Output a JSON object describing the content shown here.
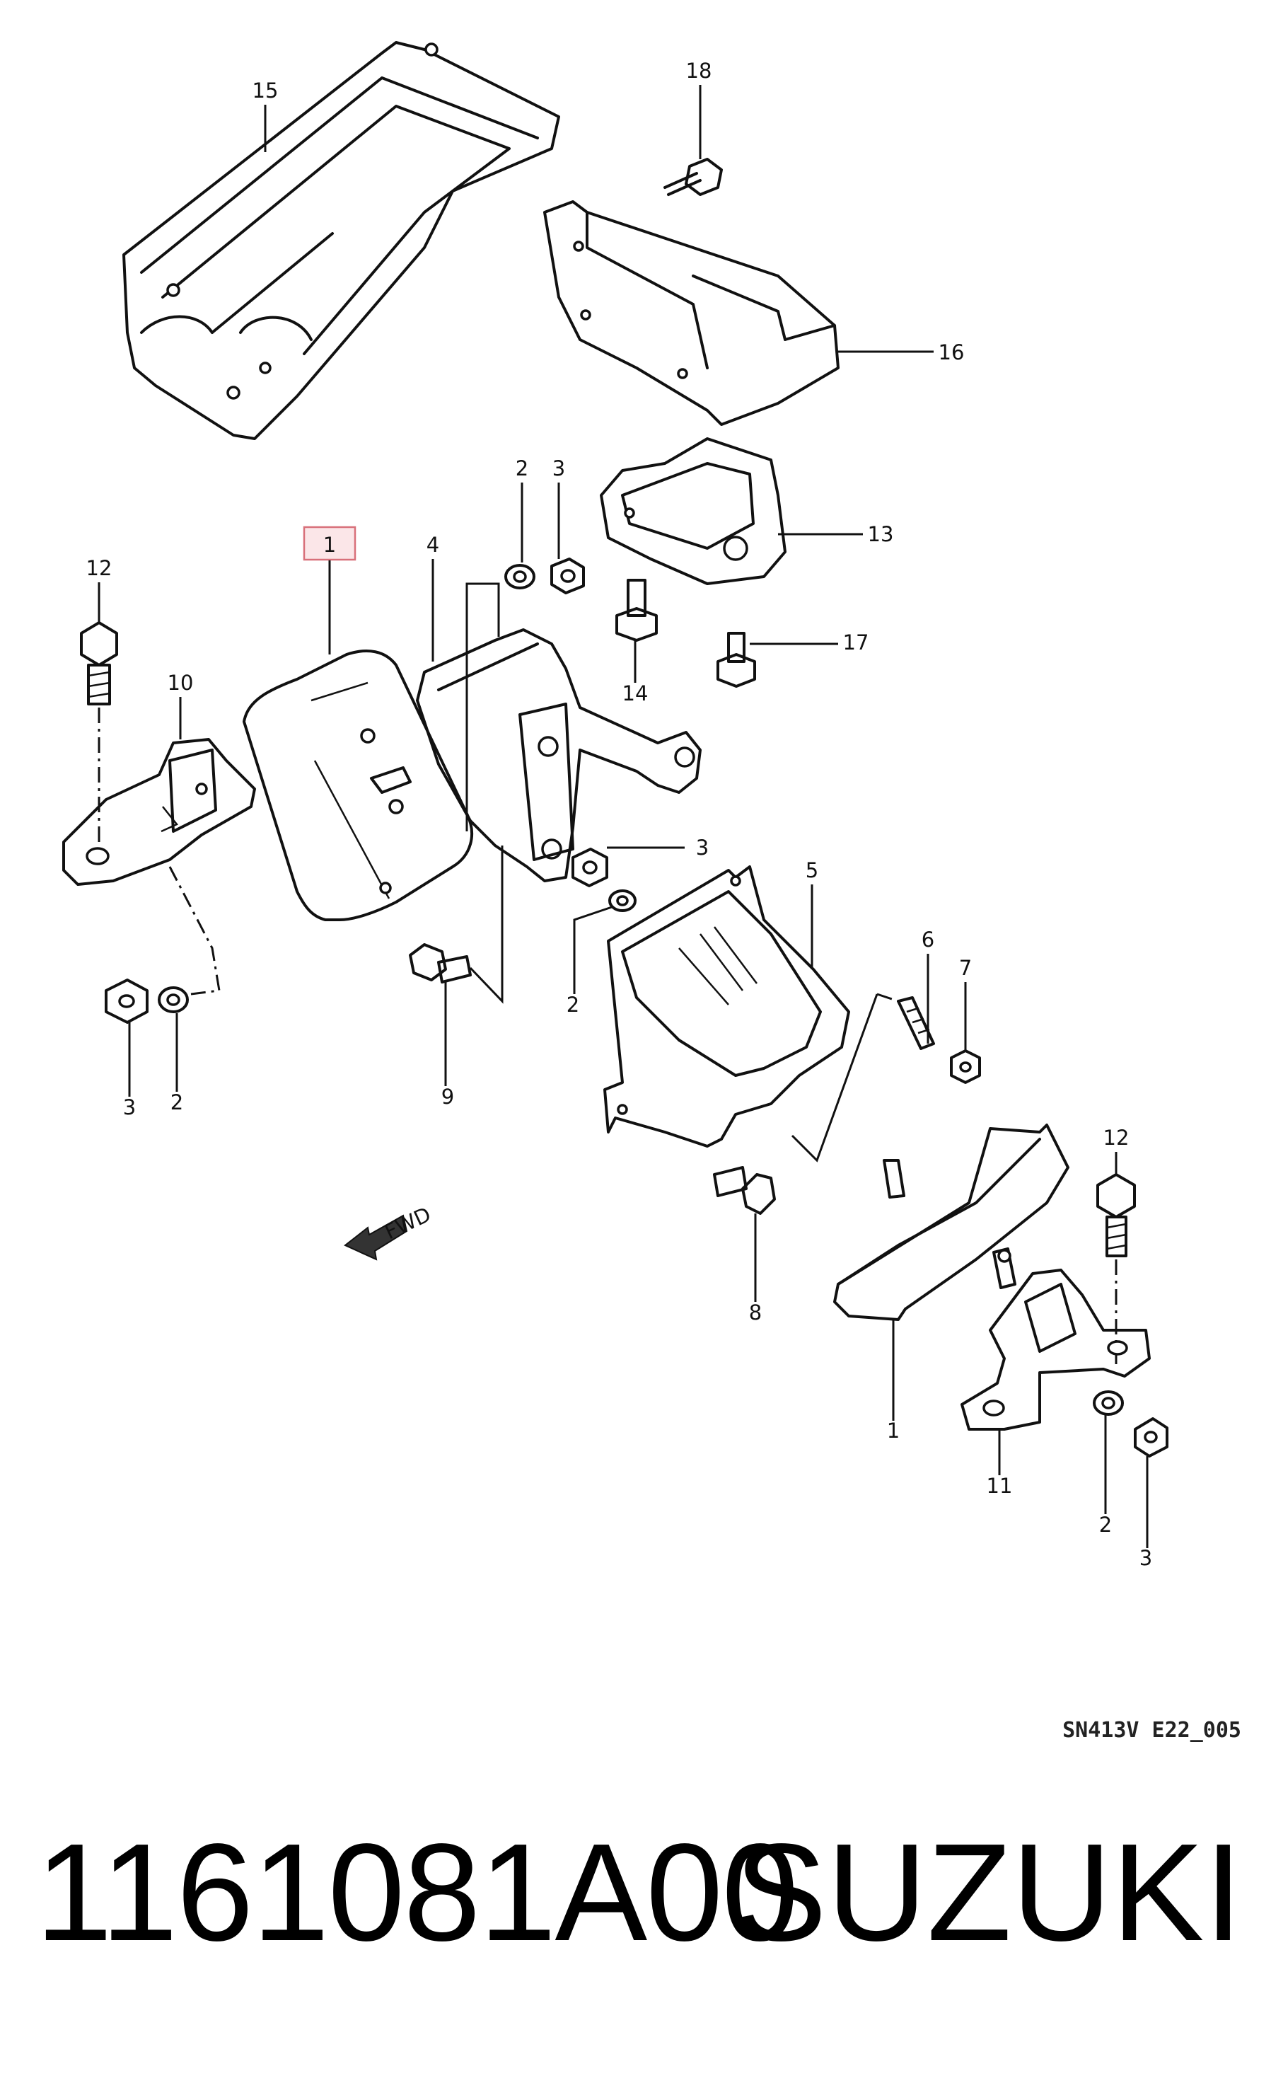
{
  "labels": {
    "l15": "15",
    "l18": "18",
    "l16": "16",
    "l2a": "2",
    "l3a": "3",
    "l13": "13",
    "l1box": "1",
    "l4": "4",
    "l12a": "12",
    "l10": "10",
    "l14": "14",
    "l17": "17",
    "l3b": "3",
    "l5": "5",
    "l2b": "2",
    "l6": "6",
    "l7": "7",
    "l3c": "3",
    "l2c": "2",
    "l9": "9",
    "l12b": "12",
    "l8": "8",
    "l1": "1",
    "l11": "11",
    "l2d": "2",
    "l3d": "3"
  },
  "diagram_ref": "SN413V E22_005",
  "fwd_mark": "FWD",
  "part_number": "1161081A00",
  "brand": "SUZUKI"
}
